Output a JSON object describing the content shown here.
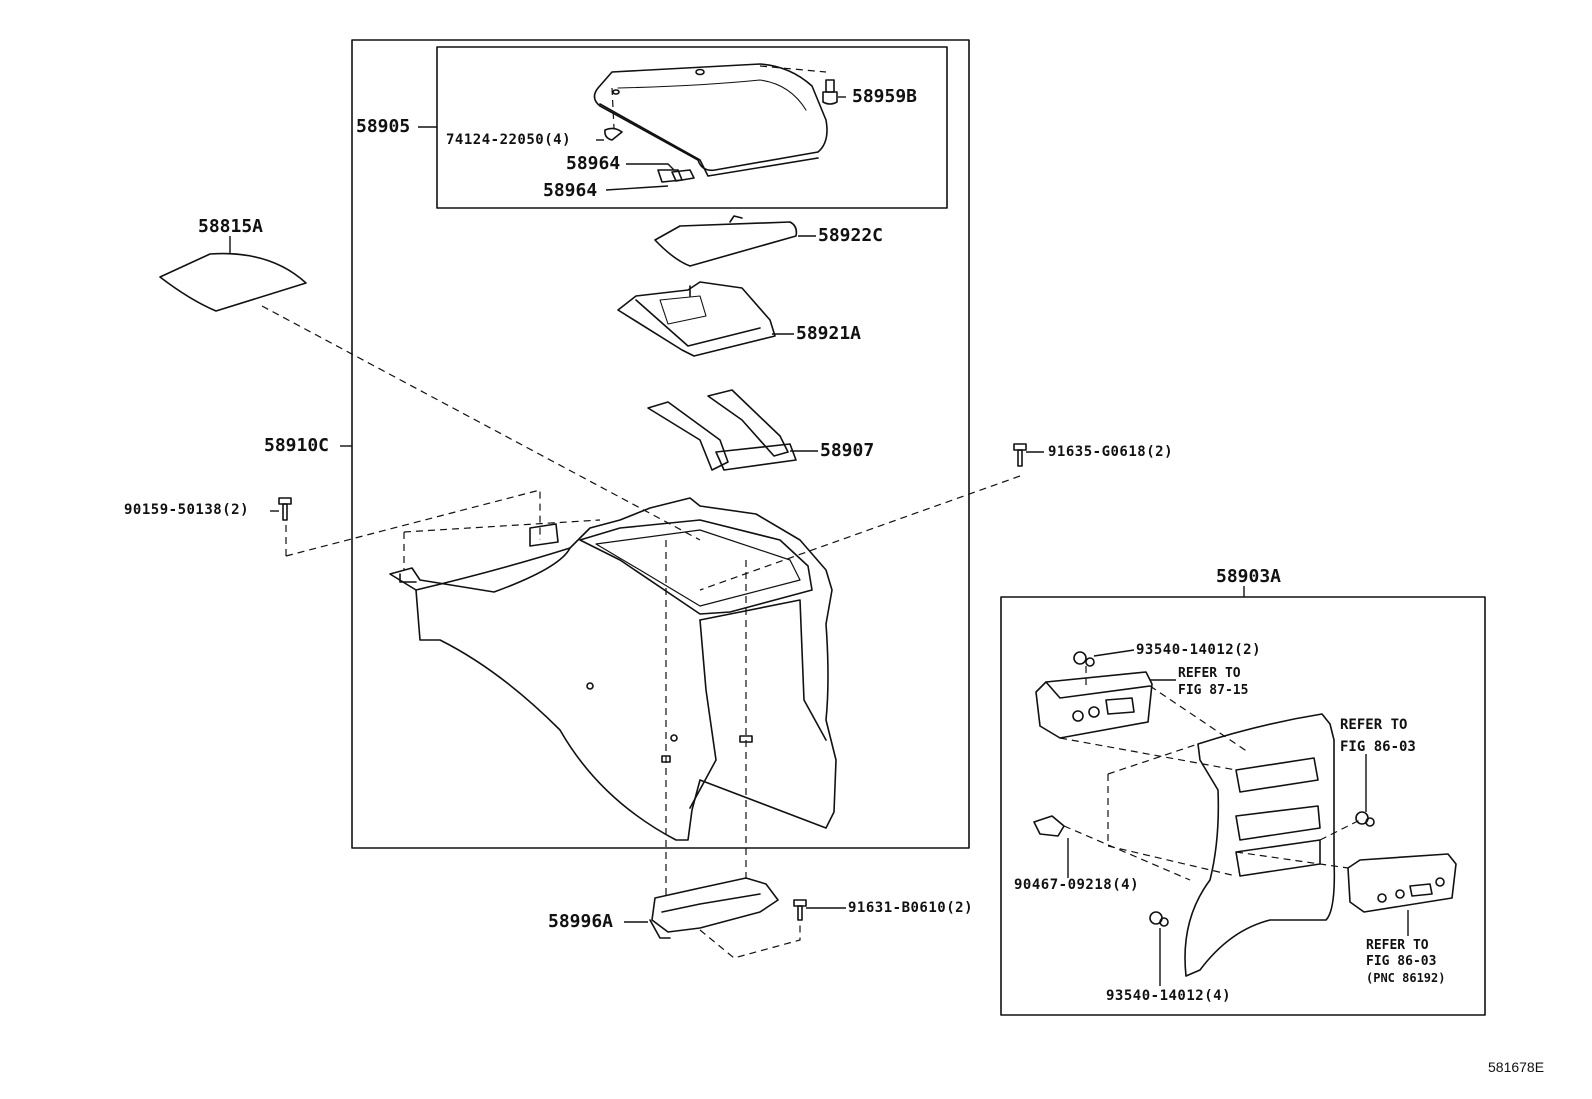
{
  "diagram_id": "581678E",
  "parts": [
    {
      "id": "p1",
      "number": "58905"
    },
    {
      "id": "p2",
      "number": "58959B"
    },
    {
      "id": "p3",
      "number": "74124-22050(4)"
    },
    {
      "id": "p4",
      "number": "58964"
    },
    {
      "id": "p5",
      "number": "58964"
    },
    {
      "id": "p6",
      "number": "58815A"
    },
    {
      "id": "p7",
      "number": "58922C"
    },
    {
      "id": "p8",
      "number": "58921A"
    },
    {
      "id": "p9",
      "number": "58910C"
    },
    {
      "id": "p10",
      "number": "58907"
    },
    {
      "id": "p11",
      "number": "91635-G0618(2)"
    },
    {
      "id": "p12",
      "number": "90159-50138(2)"
    },
    {
      "id": "p13",
      "number": "58903A"
    },
    {
      "id": "p14",
      "number": "93540-14012(2)"
    },
    {
      "id": "p15",
      "number": "90467-09218(4)"
    },
    {
      "id": "p16",
      "number": "93540-14012(4)"
    },
    {
      "id": "p17",
      "number": "58996A"
    },
    {
      "id": "p18",
      "number": "91631-B0610(2)"
    }
  ],
  "references": [
    {
      "id": "r1",
      "lines": [
        "REFER TO",
        "FIG 87-15"
      ]
    },
    {
      "id": "r2",
      "lines": [
        "REFER TO",
        "FIG 86-03"
      ]
    },
    {
      "id": "r3",
      "lines": [
        "REFER TO",
        "FIG 86-03",
        "(PNC 86192)"
      ]
    }
  ]
}
